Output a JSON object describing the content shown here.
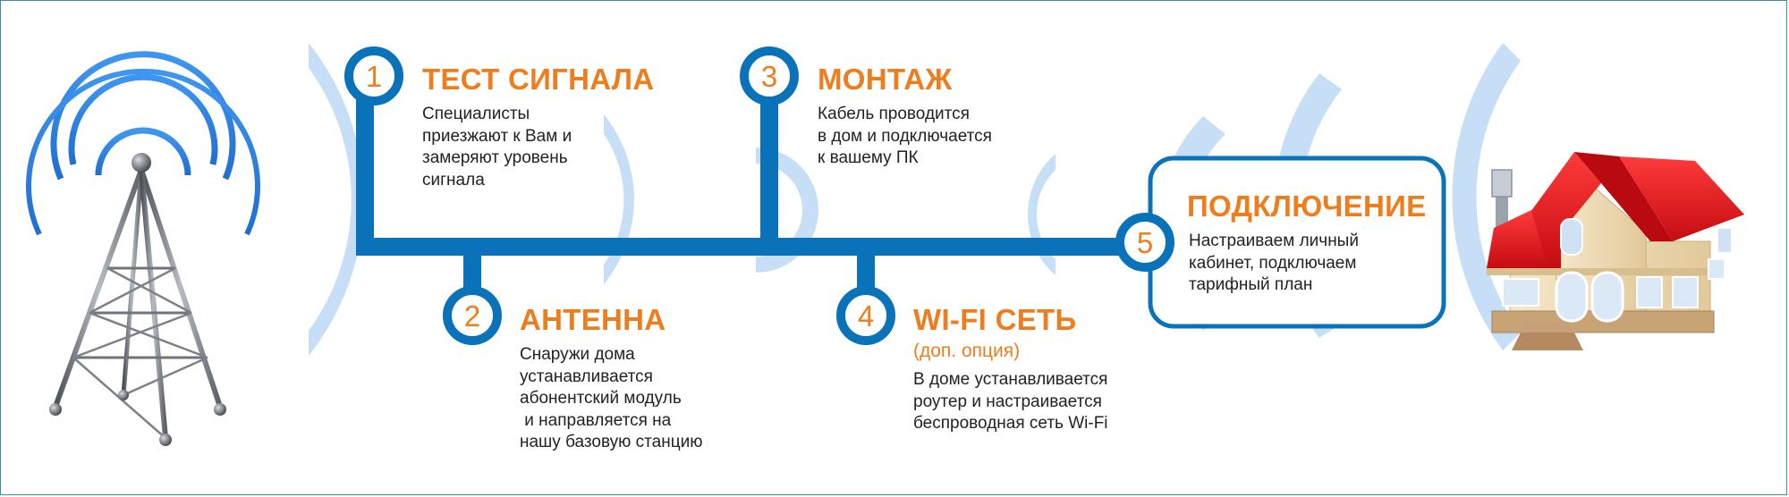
{
  "colors": {
    "line": "#0a72b9",
    "accent": "#ee7d1e",
    "wave": "#bcd9f5",
    "text": "#222222"
  },
  "icons": {
    "tower": "radio-tower-icon",
    "house": "house-icon"
  },
  "steps": [
    {
      "number": "1",
      "title": "ТЕСТ СИГНАЛА",
      "lines": [
        "Специалисты",
        "приезжают к Вам и",
        "замеряют уровень",
        "сигнала"
      ]
    },
    {
      "number": "2",
      "title": "АНТЕННА",
      "lines": [
        "Снаружи дома",
        "устанавливается",
        "абонентский модуль",
        " и направляется на",
        "нашу базовую станцию"
      ]
    },
    {
      "number": "3",
      "title": "МОНТАЖ",
      "lines": [
        "Кабель проводится",
        "в дом и подключается",
        "к вашему ПК"
      ]
    },
    {
      "number": "4",
      "title": "WI-FI СЕТЬ",
      "subtitle": "(доп. опция)",
      "lines": [
        "В доме устанавливается",
        "роутер и настраивается",
        "беспроводная сеть Wi-Fi"
      ]
    },
    {
      "number": "5",
      "title": "ПОДКЛЮЧЕНИЕ",
      "lines": [
        "Настраиваем личный",
        "кабинет, подключаем",
        "тарифный план"
      ]
    }
  ]
}
